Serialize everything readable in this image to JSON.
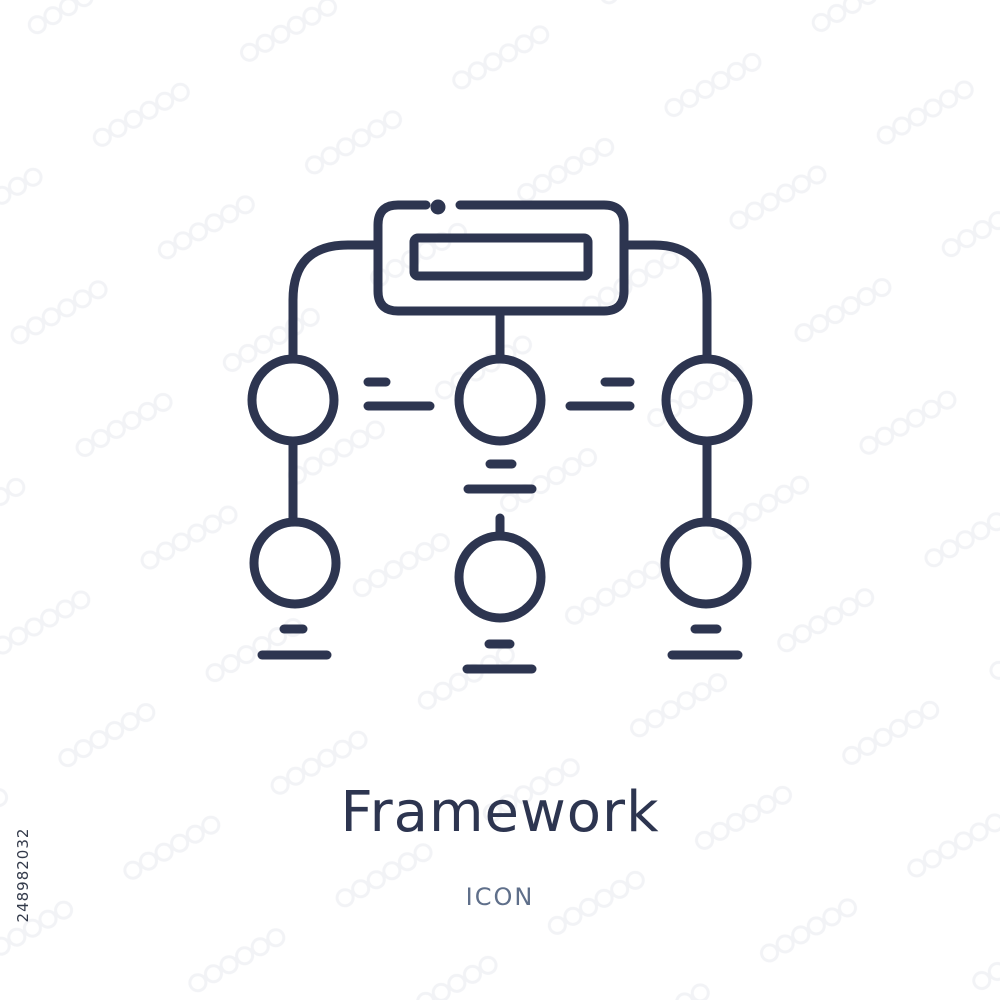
{
  "colors": {
    "icon_stroke": "#2d3550",
    "title": "#2d3550",
    "subtitle": "#5f6f8a",
    "watermark": "#f2f3f6"
  },
  "icon": {
    "name": "framework-icon"
  },
  "caption": {
    "title": "Framework",
    "subtitle": "ICON"
  },
  "stock_id": "248982032"
}
